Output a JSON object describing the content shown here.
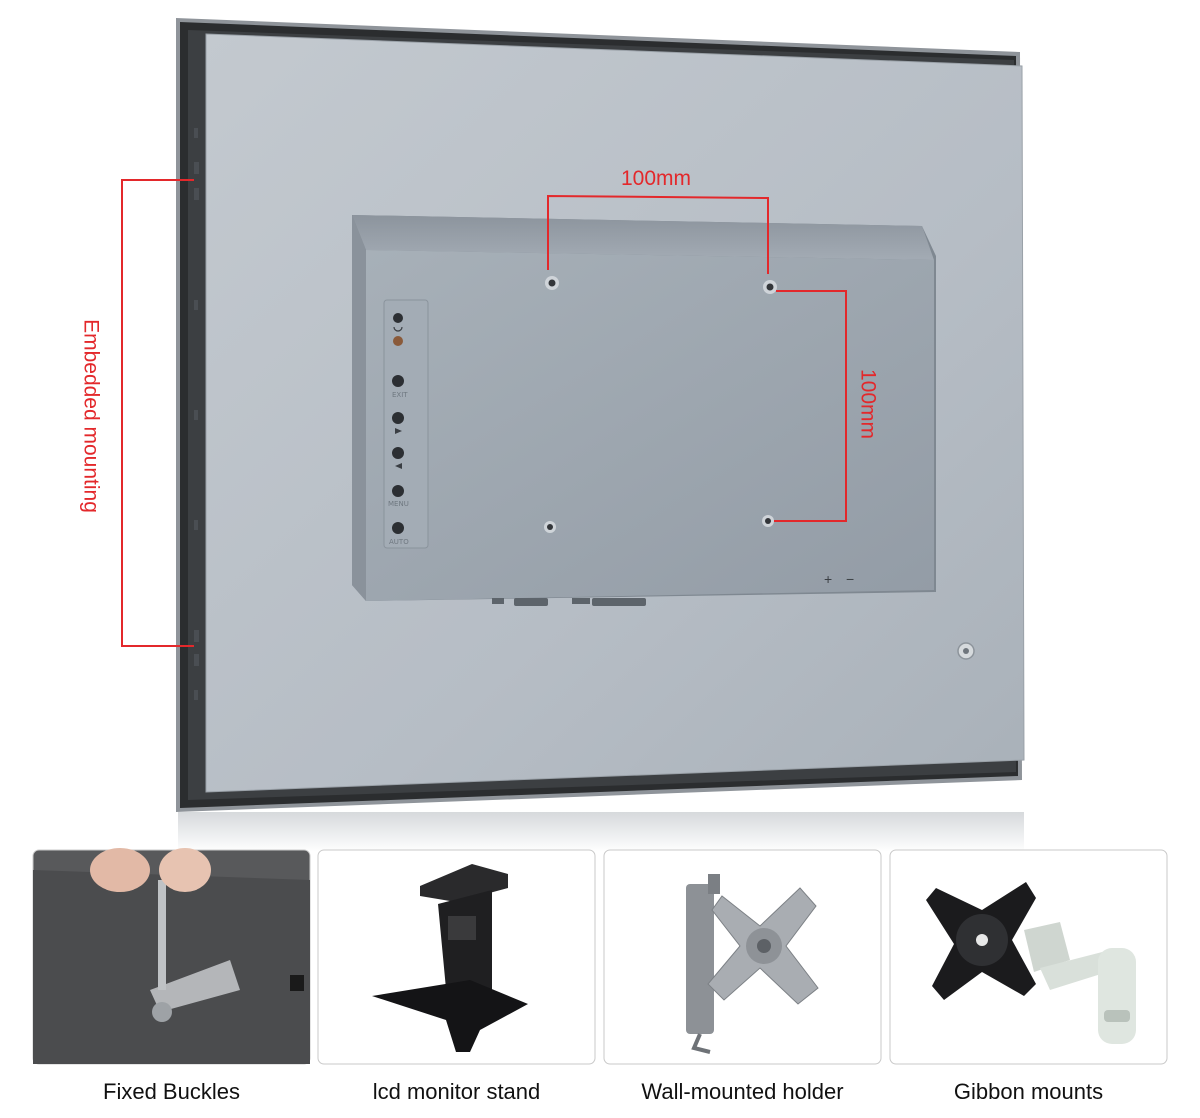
{
  "annotations": {
    "horizontal_spacing": "100mm",
    "vertical_spacing": "100mm",
    "side_mount": "Embedded mounting"
  },
  "osd_buttons": [
    "EXIT",
    "MENU",
    "AUTO"
  ],
  "rear_panel_marks": {
    "plus": "+",
    "minus": "−"
  },
  "accessories": [
    {
      "label": "Fixed Buckles"
    },
    {
      "label": "lcd monitor stand"
    },
    {
      "label": "Wall-mounted holder"
    },
    {
      "label": "Gibbon mounts"
    }
  ],
  "colors": {
    "annotation": "#e3282b",
    "panel": "#b7bec6",
    "bezel": "#2b2d2f",
    "housing": "#9ea7b0"
  }
}
